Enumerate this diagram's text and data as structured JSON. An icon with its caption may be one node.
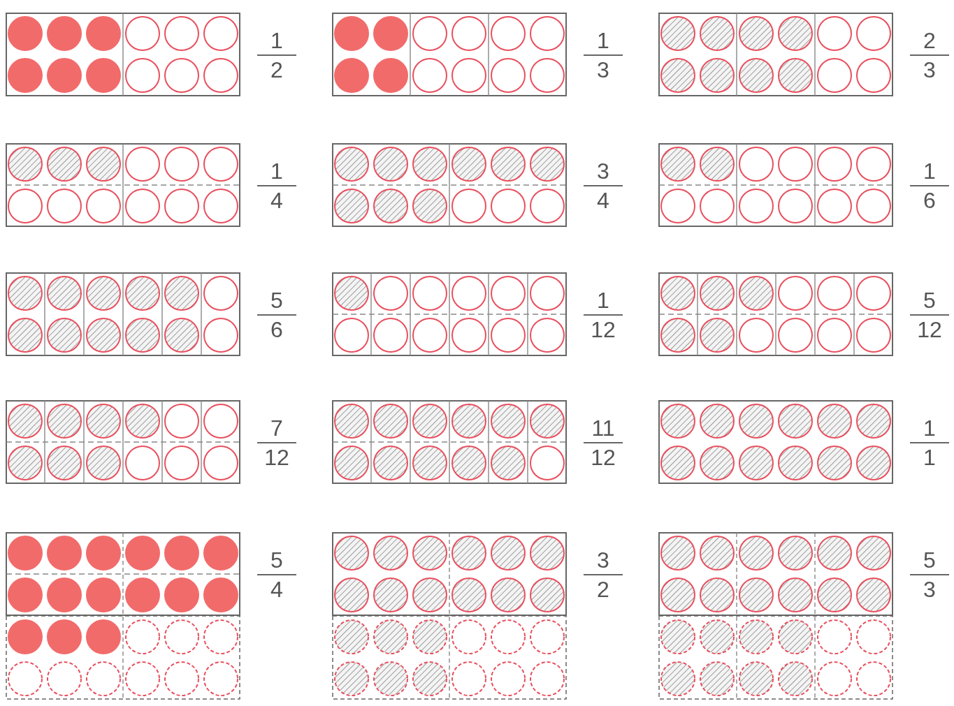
{
  "diagram": {
    "labels": [
      "1",
      "2",
      "1",
      "3",
      "2",
      "3",
      "1",
      "4",
      "3",
      "4",
      "1",
      "6",
      "5",
      "6",
      "1",
      "12",
      "5",
      "12",
      "7",
      "12",
      "11",
      "12",
      "1",
      "1",
      "5",
      "4",
      "3",
      "2",
      "5",
      "3"
    ]
  }
}
